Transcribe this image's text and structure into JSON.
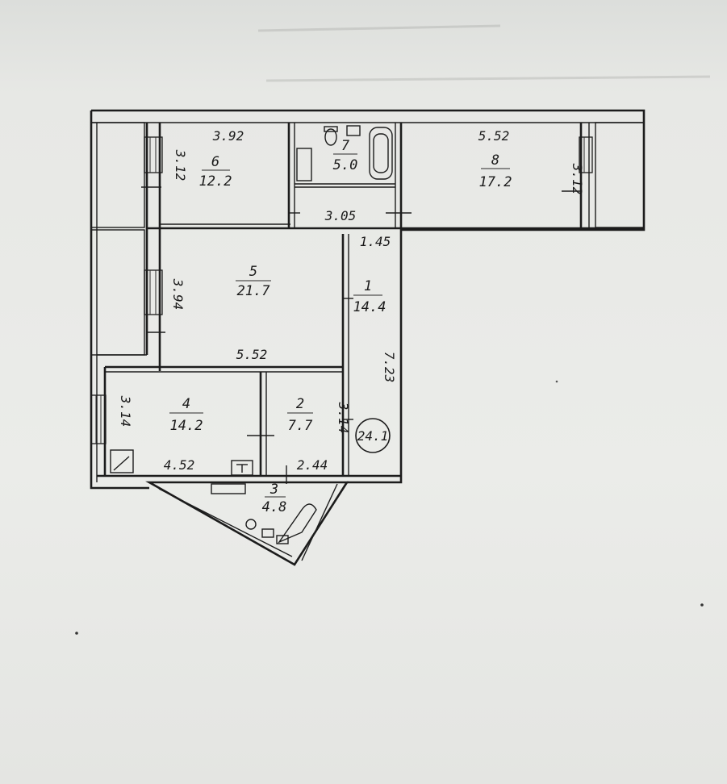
{
  "rooms": [
    {
      "id": "r1",
      "number": "1",
      "area": "14.4"
    },
    {
      "id": "r2",
      "number": "2",
      "area": "7.7"
    },
    {
      "id": "r3",
      "number": "3",
      "area": "4.8"
    },
    {
      "id": "r4",
      "number": "4",
      "area": "14.2"
    },
    {
      "id": "r5",
      "number": "5",
      "area": "21.7"
    },
    {
      "id": "r6",
      "number": "6",
      "area": "12.2"
    },
    {
      "id": "r7",
      "number": "7",
      "area": "5.0"
    },
    {
      "id": "r8",
      "number": "8",
      "area": "17.2"
    }
  ],
  "dimensions": {
    "room6_width": "3.92",
    "room6_depth": "3.12",
    "room8_width": "5.52",
    "room8_depth": "3.12",
    "room7_width": "3.05",
    "hall_width": "1.45",
    "hall_length": "7.23",
    "room5_depth": "3.94",
    "room5_width": "5.52",
    "room4_depth": "3.14",
    "room4_width": "4.52",
    "room2_depth": "3.14",
    "room2_width": "2.44"
  },
  "stamp": "24.1",
  "colors": {
    "ink": "#1c1c1c",
    "paper": "#e6e7e4"
  }
}
